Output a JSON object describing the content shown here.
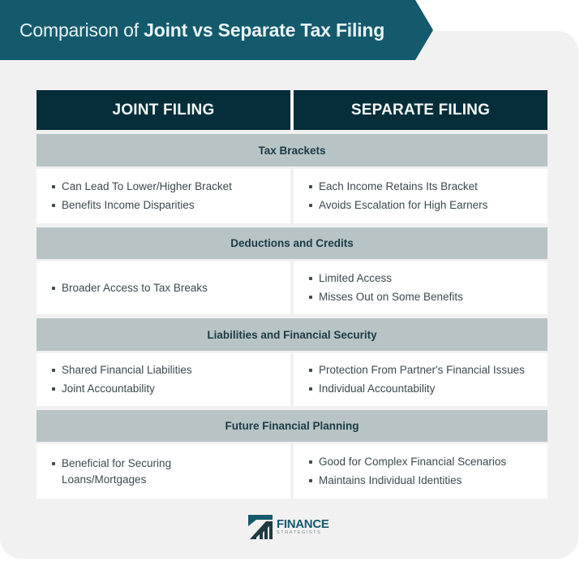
{
  "banner": {
    "title_prefix": "Comparison of ",
    "title_bold": "Joint vs Separate Tax Filing"
  },
  "table": {
    "columns": [
      "JOINT FILING",
      "SEPARATE FILING"
    ],
    "sections": [
      {
        "title": "Tax Brackets",
        "joint": [
          "Can Lead To Lower/Higher Bracket",
          "Benefits Income Disparities"
        ],
        "separate": [
          "Each Income Retains Its Bracket",
          "Avoids Escalation for High Earners"
        ]
      },
      {
        "title": "Deductions and Credits",
        "joint": [
          "Broader Access to Tax Breaks"
        ],
        "separate": [
          "Limited Access",
          "Misses Out on Some Benefits"
        ]
      },
      {
        "title": "Liabilities and Financial Security",
        "joint": [
          "Shared Financial Liabilities",
          "Joint Accountability"
        ],
        "separate": [
          "Protection From Partner's Financial Issues",
          "Individual Accountability"
        ]
      },
      {
        "title": "Future Financial Planning",
        "joint": [
          "Beneficial for Securing Loans/Mortgages"
        ],
        "separate": [
          "Good for Complex Financial Scenarios",
          "Maintains Individual Identities"
        ]
      }
    ]
  },
  "logo": {
    "main": "FINANCE",
    "sub": "STRATEGISTS"
  },
  "colors": {
    "banner": "#145a6c",
    "header": "#062e3a",
    "section_bar": "#b8c3c6",
    "card_bg": "#f1f1f1"
  }
}
